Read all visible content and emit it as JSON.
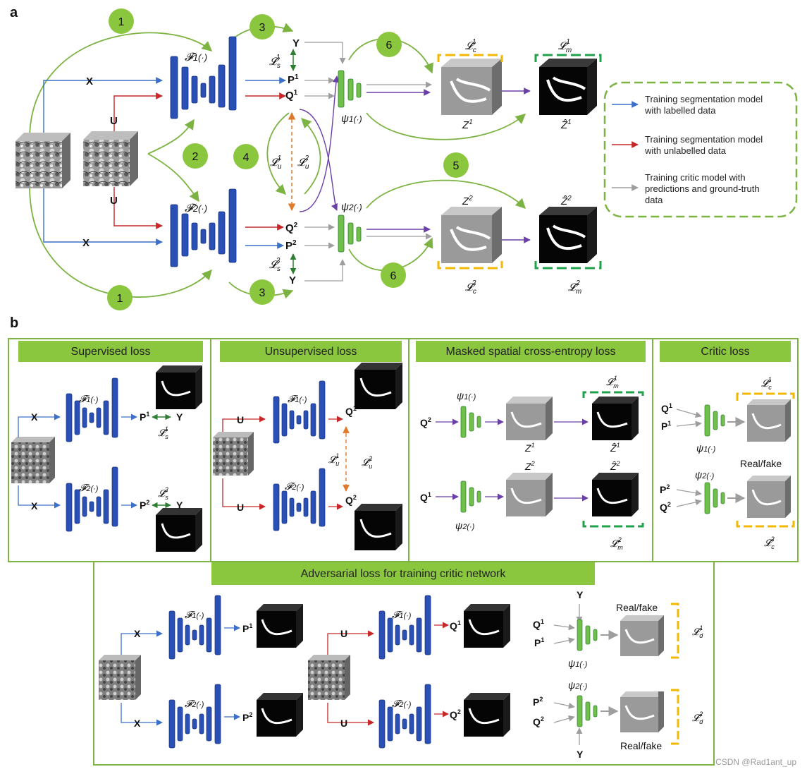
{
  "panel_labels": {
    "a": "a",
    "b": "b"
  },
  "symbols": {
    "X": "X",
    "U": "U",
    "Y": "Y",
    "P1": "P",
    "P2": "P",
    "Q1": "Q",
    "Q2": "Q",
    "sup1": "1",
    "sup2": "2",
    "F": "𝓕",
    "F1_paren": "1(·)",
    "F2_paren": "2(·)",
    "psi": "ψ",
    "psi1_paren": "1(·)",
    "psi2_paren": "2(·)",
    "L": "𝓛",
    "s": "s",
    "u": "u",
    "c": "c",
    "m": "m",
    "d": "d",
    "Z": "Z",
    "Zhat": "Ẑ"
  },
  "steps": [
    "1",
    "2",
    "3",
    "4",
    "5",
    "6"
  ],
  "legend": {
    "labelled": [
      "Training segmentation model",
      "with labelled data"
    ],
    "unlabelled": [
      "Training segmentation model",
      "with unlabelled data"
    ],
    "critic": [
      "Training critic model with",
      "predictions and ground-truth",
      "data"
    ]
  },
  "panel_b_titles": {
    "supervised": "Supervised loss",
    "unsupervised": "Unsupervised loss",
    "masked": "Masked spatial cross-entropy loss",
    "critic": "Critic loss",
    "adversarial": "Adversarial loss for training critic network"
  },
  "real_fake": "Real/fake",
  "watermark": "CSDN @Rad1ant_up",
  "colors": {
    "labelled": "#3b6fc9",
    "unlabelled": "#c62828",
    "critic": "#9e9e9e",
    "green_arrow": "#7cb342",
    "purple": "#6a3fa8",
    "orange": "#e07a2a",
    "step_circle": "#8bc63f",
    "panel_header": "#8bc63f",
    "panel_border": "#7cb342",
    "unet_blue": "#2a4fb5",
    "critic_green": "#6fbf4a",
    "yellow_bracket": "#f5b800",
    "green_bracket": "#1fa24a"
  }
}
